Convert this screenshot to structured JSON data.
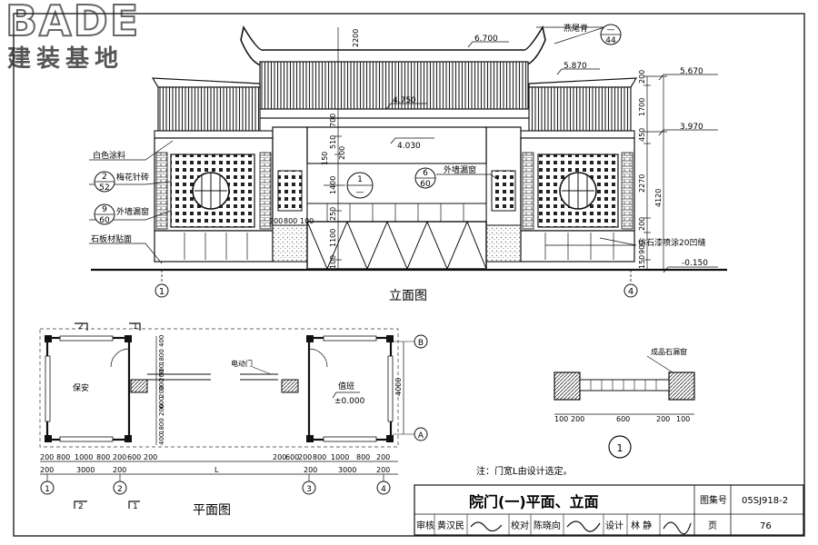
{
  "logo": {
    "brand": "BADE",
    "tagline": "建装基地"
  },
  "elevation": {
    "title": "立面图",
    "axes": {
      "left": "1",
      "right": "4"
    },
    "levels": [
      "6.700",
      "5.870",
      "5.670",
      "4.750",
      "4.030",
      "3.970",
      "-0.150"
    ],
    "dims_right": [
      "200",
      "1700",
      "450",
      "2270",
      "4120",
      "200",
      "900",
      "150"
    ],
    "dims_center": [
      "2200",
      "700",
      "510",
      "200",
      "150",
      "1400",
      "250",
      "1100",
      "100"
    ],
    "dims_bottom": [
      "200",
      "800",
      "100"
    ],
    "labels": {
      "white_paint": "白色涂料",
      "plum_tile": "梅花针砖",
      "outer_window": "外墙漏窗",
      "stone_tile": "石板材贴面",
      "faux_stone": "仿石漆喷涂20凹缝",
      "swallow_ridge": "燕尾脊",
      "outer_window_center": "外墙漏窗"
    },
    "callouts": [
      {
        "num": "2",
        "sheet": "52"
      },
      {
        "num": "9",
        "sheet": "60"
      },
      {
        "num": "6",
        "sheet": "60"
      },
      {
        "num": "—",
        "sheet": "44"
      },
      {
        "num": "1",
        "sheet": "—"
      }
    ]
  },
  "plan": {
    "title": "平面图",
    "rooms": {
      "left": "保安",
      "right": "值班"
    },
    "elevation_mark": "±0.000",
    "door_label": "电动门",
    "grid_bottom": [
      "1",
      "2",
      "3",
      "4"
    ],
    "grid_right": [
      "B",
      "A"
    ],
    "section_marks": [
      "2",
      "1",
      "2",
      "1"
    ],
    "dims_bottom_left": [
      "200",
      "800",
      "1000",
      "800",
      "200",
      "600",
      "200"
    ],
    "dims_bottom_left_total": [
      "200",
      "3000",
      "200"
    ],
    "dims_bottom_right": [
      "200",
      "600",
      "200",
      "800",
      "1000",
      "800",
      "200"
    ],
    "dims_bottom_right_total": [
      "200",
      "3000",
      "200"
    ],
    "span_label": "L",
    "dims_vertical": [
      "400",
      "1800",
      "900",
      "200",
      "300",
      "200",
      "600",
      "200",
      "1800",
      "400"
    ],
    "dims_height_right": "4000"
  },
  "detail": {
    "label": "成品石漏窗",
    "dims": [
      "100",
      "200",
      "600",
      "200",
      "100"
    ],
    "callout": "1"
  },
  "note": "注：门宽L由设计选定。",
  "title_block": {
    "title": "院门(一)平面、立面",
    "atlas_label": "图集号",
    "atlas_no": "05SJ918-2",
    "review_label": "审核",
    "reviewer": "黄汉民",
    "check_label": "校对",
    "checker": "陈晓向",
    "design_label": "设计",
    "designer": "林 静",
    "page_label": "页",
    "page_no": "76"
  }
}
